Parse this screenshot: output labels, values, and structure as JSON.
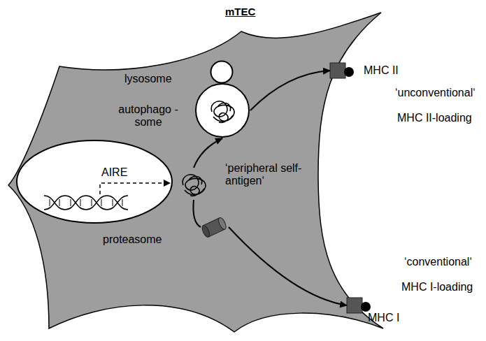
{
  "diagram": {
    "nodes": [
      {
        "text": [
          "mTEC"
        ]
      },
      {
        "text": [
          "AIRE"
        ],
        "in": 0
      },
      {
        "text": [
          "‘peripheral self-antigen‘"
        ],
        "in": 0
      },
      {
        "text": [
          "lysosome"
        ],
        "in": 0
      },
      {
        "text": [
          "autophago - some"
        ],
        "in": 0
      },
      {
        "text": [
          "proteasome"
        ],
        "in": 0
      },
      {
        "text": [
          "MHC II"
        ],
        "in": 0
      },
      {
        "text": [
          "MHC I"
        ],
        "in": 0
      }
    ],
    "edges": [
      {
        "from": 2,
        "to": 4,
        "arrow": "to"
      },
      {
        "from": 2,
        "to": 5,
        "arrow": "none"
      },
      {
        "from": 5,
        "to": 7,
        "arrow": "to"
      },
      {
        "from": 4,
        "to": 6,
        "arrow": "to"
      }
    ],
    "labels": [
      "‘unconventional‘",
      "MHC II-loading",
      "‘conventional‘",
      "MHC I-loading"
    ]
  }
}
